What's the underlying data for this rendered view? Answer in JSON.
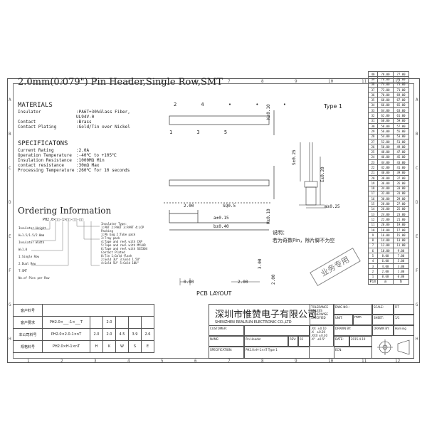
{
  "title": "2.0mm(0.079\") Pin Header,Single Row,SMT",
  "top_ruler": [
    "1",
    "2",
    "3",
    "4",
    "5",
    "6",
    "7",
    "8",
    "9",
    "10",
    "11",
    "12"
  ],
  "side_letters": [
    "A",
    "B",
    "C",
    "D",
    "E",
    "F",
    "G",
    "H"
  ],
  "materials": {
    "heading": "MATERIALS",
    "rows": [
      {
        "k": "Insulator",
        "v": ":PA6T+30%Glass Fiber,"
      },
      {
        "k": "",
        "v": " UL94V-0"
      },
      {
        "k": "Contact",
        "v": ":Brass"
      },
      {
        "k": "Contact Plating",
        "v": ":Gold/Tin over Nickel"
      }
    ]
  },
  "specs": {
    "heading": "SPECIFICATONS",
    "rows": [
      {
        "k": "Current Rating",
        "v": ":2.0A"
      },
      {
        "k": "Operation Temperature",
        "v": ":-40℃ to +105℃"
      },
      {
        "k": "Insulation Resistance",
        "v": ":1000MΩ Min"
      },
      {
        "k": "contact resistance",
        "v": ":30mΩ Max"
      },
      {
        "k": "Processing Temperature",
        "v": ":260℃ for 10 seconds"
      }
    ]
  },
  "ordering": {
    "heading": "Ordering Information",
    "code": "PH2.0×□□-1×□□-□□-□□",
    "notes_left": [
      "Insulator Height",
      "H=1.5/1.5/2.0mm",
      "Insulator Width",
      "W=1.0",
      "1:Single Row",
      "2:Dual Row",
      "T:SMT",
      "No.of Pins per Row"
    ],
    "notes_right": [
      "Insulator Type:",
      "1:PBT 2:PA6T 3:PA9T 4:LCP",
      "Packing",
      "1:PE bag   2:Tube pack",
      "3:Tray pack",
      "4:Tape and reel with CAP",
      "5:Tape and reel with MYLAR",
      "6:Tape and reel with SG5304",
      "Contact Plated",
      "0:Tin      1:Gold flash",
      "2:Gold 3U\"  3:Gold 1.5U\"",
      "4:Gold 5U\"  5:Gold 10U\""
    ]
  },
  "drawing": {
    "pin_labels_top": [
      "2",
      "4",
      "•",
      "•",
      "•"
    ],
    "pin_labels_bottom": [
      "1",
      "3",
      "5"
    ],
    "type_label": "Type 1",
    "dims": {
      "k": "K±0.10",
      "s": "S±0.25",
      "e": "E±0.20",
      "h": "H±0.10",
      "p": "2.00",
      "sq": "SQ0.5",
      "a": "a±0.15",
      "b": "b±0.40",
      "w": "W±0.25"
    },
    "note_cn_title": "说明：",
    "note_cn": "若为奇数Pin，除片脚不为空",
    "pcb": {
      "label": "PCB LAYOUT",
      "d1": "0.90",
      "d2": "2.00",
      "d3": "3.00",
      "d4": "2.00"
    },
    "stamp": "业务专用"
  },
  "dim_table": {
    "rows": [
      [
        "40",
        "78.00",
        "77.00"
      ],
      [
        "39",
        "76.00",
        "75.00"
      ],
      [
        "38",
        "74.00",
        "73.00"
      ],
      [
        "37",
        "72.00",
        "71.00"
      ],
      [
        "36",
        "70.00",
        "69.00"
      ],
      [
        "35",
        "68.00",
        "67.00"
      ],
      [
        "34",
        "66.00",
        "65.00"
      ],
      [
        "33",
        "64.00",
        "63.00"
      ],
      [
        "32",
        "62.00",
        "61.00"
      ],
      [
        "31",
        "60.00",
        "59.00"
      ],
      [
        "30",
        "58.00",
        "57.00"
      ],
      [
        "29",
        "56.00",
        "55.00"
      ],
      [
        "28",
        "54.00",
        "53.00"
      ],
      [
        "27",
        "52.00",
        "51.00"
      ],
      [
        "26",
        "50.00",
        "49.00"
      ],
      [
        "25",
        "48.00",
        "47.00"
      ],
      [
        "24",
        "46.00",
        "45.00"
      ],
      [
        "23",
        "44.00",
        "43.00"
      ],
      [
        "22",
        "42.00",
        "41.00"
      ],
      [
        "21",
        "40.00",
        "39.00"
      ],
      [
        "20",
        "38.00",
        "37.00"
      ],
      [
        "19",
        "36.00",
        "35.00"
      ],
      [
        "18",
        "34.00",
        "33.00"
      ],
      [
        "17",
        "32.00",
        "31.00"
      ],
      [
        "16",
        "30.00",
        "29.00"
      ],
      [
        "15",
        "28.00",
        "27.00"
      ],
      [
        "14",
        "26.00",
        "25.00"
      ],
      [
        "13",
        "24.00",
        "23.00"
      ],
      [
        "12",
        "22.00",
        "21.00"
      ],
      [
        "11",
        "20.00",
        "19.00"
      ],
      [
        "10",
        "18.00",
        "17.00"
      ],
      [
        "9",
        "16.00",
        "15.00"
      ],
      [
        "8",
        "14.00",
        "13.00"
      ],
      [
        "7",
        "12.00",
        "11.00"
      ],
      [
        "6",
        "10.00",
        "9.00"
      ],
      [
        "5",
        "8.00",
        "7.00"
      ],
      [
        "4",
        "6.00",
        "5.00"
      ],
      [
        "3",
        "4.00",
        "3.00"
      ],
      [
        "2",
        "2.00",
        "1.00"
      ],
      [
        "1",
        "0.60",
        "0.00"
      ]
    ],
    "header": [
      "Pin",
      "a",
      "b"
    ]
  },
  "customer_table": {
    "rows": [
      [
        "客户料号",
        "",
        "",
        "",
        "",
        "",
        ""
      ],
      [
        "客户要求",
        "PH2.0×___-1×___T",
        "",
        "2.0",
        "",
        "",
        ""
      ],
      [
        "本公司料号",
        "PH2.0×2.0-1×nT",
        "2.0",
        "2.0",
        "4.5",
        "3.9",
        "2.6"
      ],
      [
        "规格料号",
        "PH2.0×H-1×nT",
        "H",
        "K",
        "W",
        "S",
        "E"
      ]
    ]
  },
  "title_block": {
    "company_cn": "深圳市惟赞电子有限公司",
    "company_en": "SHENZHEN REALRUN ELECTRONIC CO.,LTD",
    "tolerance": "TOLERANCE\nUNLESS\nOTHERWISE\nSPECIFIED",
    "tol_vals": ".XX  ±0.10\n.X   ±0.20\n.XXX ±0.30\n.X°  ±0.5°",
    "dwg_no_label": "DWG NO.:",
    "scale_label": "SCALE:",
    "scale_val": "FIT",
    "unit_label": "UNIT:",
    "unit_val": "mm",
    "sheet_label": "SHEET:",
    "sheet_val": "1/1",
    "draw_by_label": "DRAWN BY:",
    "draw_by_val": "Harning",
    "date_label": "DATE:",
    "date_val": "2015.4.19",
    "ecn_label": "ECN:",
    "customer_label": "CUSTOMER:",
    "name_label": "NAME:",
    "name_val": "Pin Header",
    "rev_label": "REV:",
    "rev_val": "03",
    "spec_label": "SPECIFICATION:",
    "spec_val": "PH2.0×H-1×nT Type 1"
  },
  "side_table_bottom": [
    "a",
    "b"
  ]
}
